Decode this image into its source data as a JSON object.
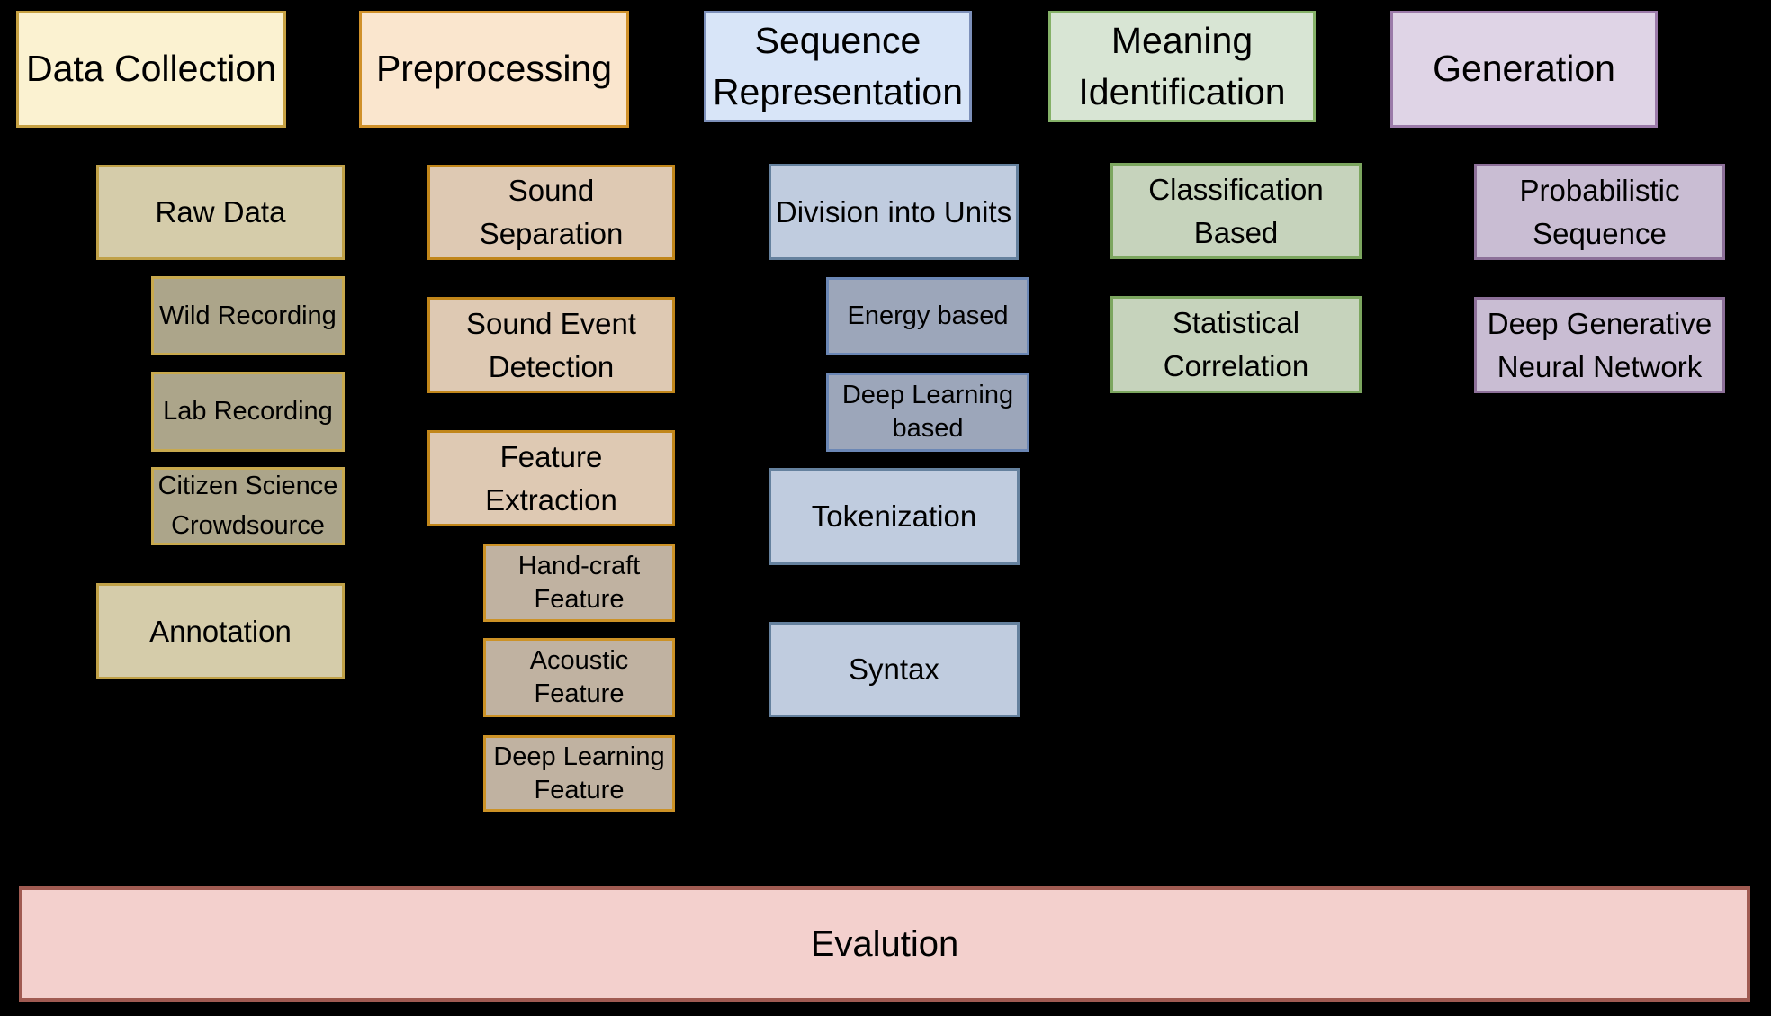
{
  "colors": {
    "background": "#000000",
    "text": "#000000",
    "yellow": {
      "l1f": "#FBF2D1",
      "l1b": "#C6A143",
      "l2f": "#D5CCAA",
      "l2b": "#C0A148",
      "l3f": "#ACA58A",
      "l3b": "#C8A94E"
    },
    "orange": {
      "l1f": "#FAE6CE",
      "l1b": "#D0912A",
      "l2f": "#DEC9B3",
      "l2b": "#C1861A",
      "l3f": "#C0B2A1",
      "l3b": "#CC9226"
    },
    "blue": {
      "l1f": "#D8E5F8",
      "l1b": "#7D90BA",
      "l2f": "#C0CCDF",
      "l2b": "#65819E",
      "l3f": "#9CA6BA",
      "l3b": "#6B87B5"
    },
    "green": {
      "l1f": "#D8E5D4",
      "l1b": "#85B168",
      "l2f": "#C6D3BC",
      "l2b": "#7CA65F"
    },
    "purple": {
      "l1f": "#DFD4E6",
      "l1b": "#9B7AA9",
      "l2f": "#C9BDD3",
      "l2b": "#8D7099"
    },
    "pink": {
      "f": "#F3D0CD",
      "b": "#A05B52"
    }
  },
  "columns": [
    {
      "title": "Data Collection",
      "children": [
        {
          "label": "Raw Data"
        },
        {
          "label": "Wild Recording"
        },
        {
          "label": "Lab Recording"
        },
        {
          "label": "Citizen Science\nCrowdsource"
        },
        {
          "label": "Annotation"
        }
      ]
    },
    {
      "title": "Preprocessing",
      "children": [
        {
          "label": "Sound\nSeparation"
        },
        {
          "label": "Sound Event\nDetection"
        },
        {
          "label": "Feature\nExtraction"
        },
        {
          "label": "Hand-craft\nFeature"
        },
        {
          "label": "Acoustic\nFeature"
        },
        {
          "label": "Deep Learning\nFeature"
        }
      ]
    },
    {
      "title": "Sequence\nRepresentation",
      "children": [
        {
          "label": "Division into Units"
        },
        {
          "label": "Energy based"
        },
        {
          "label": "Deep Learning\nbased"
        },
        {
          "label": "Tokenization"
        },
        {
          "label": "Syntax"
        }
      ]
    },
    {
      "title": "Meaning\nIdentification",
      "children": [
        {
          "label": "Classification\nBased"
        },
        {
          "label": "Statistical\nCorrelation"
        }
      ]
    },
    {
      "title": "Generation",
      "children": [
        {
          "label": "Probabilistic\nSequence"
        },
        {
          "label": "Deep Generative\nNeural Network"
        }
      ]
    }
  ],
  "evaluation": {
    "label": "Evalution"
  }
}
